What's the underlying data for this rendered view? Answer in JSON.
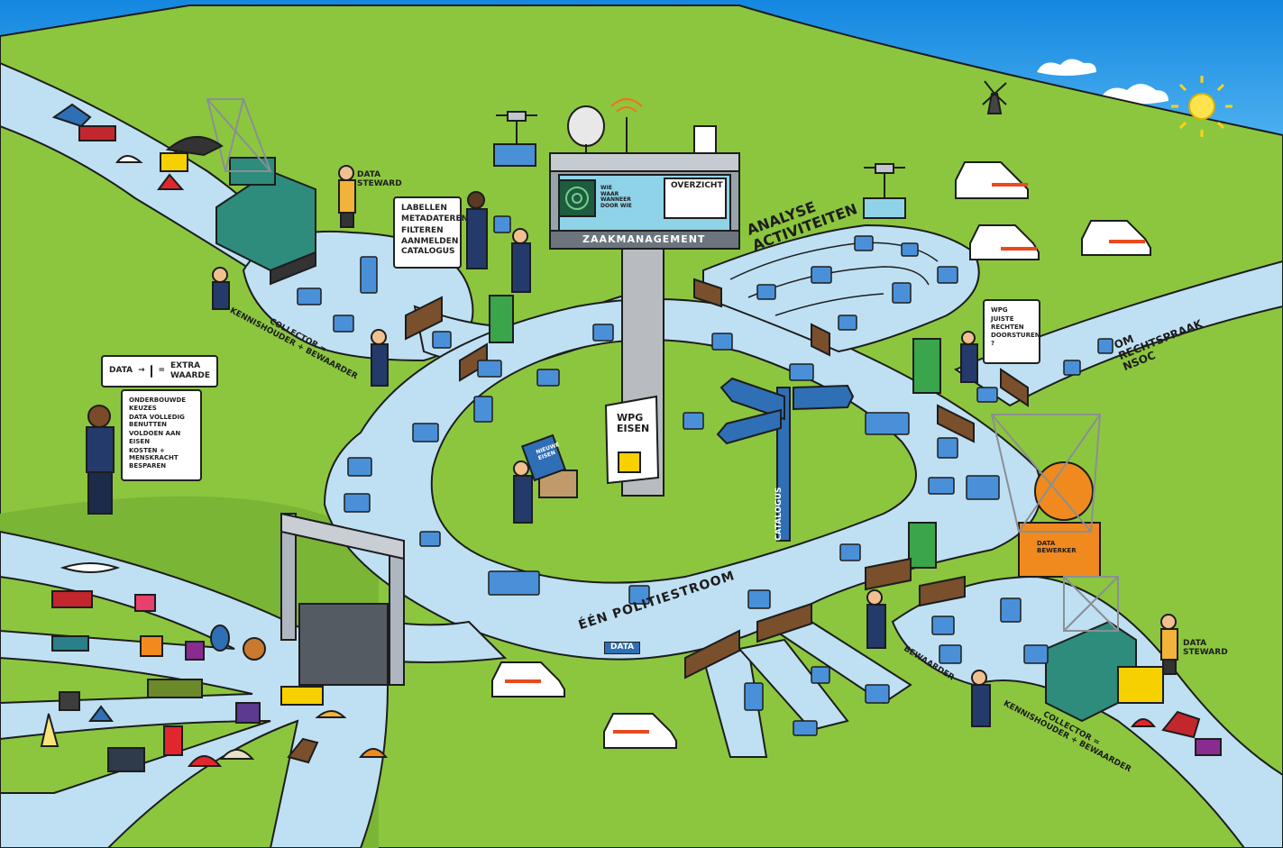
{
  "labels": {
    "data_steward_top": "DATA\nSTEWARD",
    "data_steward_bottom": "DATA\nSTEWARD",
    "analyse_activiteiten": "ANALYSE\nACTIVITEITEN",
    "zaakmanagement": "ZAAKMANAGEMENT",
    "overzicht": "OVERZICHT",
    "tower_screen": "WIE\nWAAR\nWANNEER\nDOOR WIE",
    "collector_top": "COLLECTOR =\nKENNISHOUDER + BEWAARDER",
    "collector_bottom": "COLLECTOR =\nKENNISHOUDER + BEWAARDER",
    "bewaarder": "BEWAARDER",
    "een_politiestroom": "ÉÉN POLITIESTROOM",
    "data_tag": "DATA",
    "catalogus": "CATALOGUS",
    "om_rechtspraak": "OM\nRECHTSPRAAK\nNSOC",
    "data_bewerker": "DATA\nBEWERKER",
    "wpg_eisen": "WPG\nEISEN",
    "box_eisen": "NIEUWE\nEISEN"
  },
  "steward_note": [
    "LABELLEN",
    "METADATEREN",
    "FILTEREN",
    "AANMELDEN CATALOGUS"
  ],
  "value_equation": {
    "left": "DATA",
    "right": "EXTRA\nWAARDE"
  },
  "benefits_note": [
    "ONDERBOUWDE KEUZES",
    "DATA VOLLEDIG BENUTTEN",
    "VOLDOEN AAN EISEN",
    "KOSTEN + MENSKRACHT BESPAREN"
  ],
  "wpg_note": [
    "WPG",
    "JUISTE RECHTEN",
    "DOORSTUREN ?"
  ],
  "colors": {
    "grass": "#8cc63f",
    "grass_dark": "#6fae2e",
    "sky": "#1e8fe0",
    "water": "#bfe0f2",
    "data_block": "#4a90d9",
    "outline": "#1d1d1d",
    "sun": "#ffe34d"
  }
}
